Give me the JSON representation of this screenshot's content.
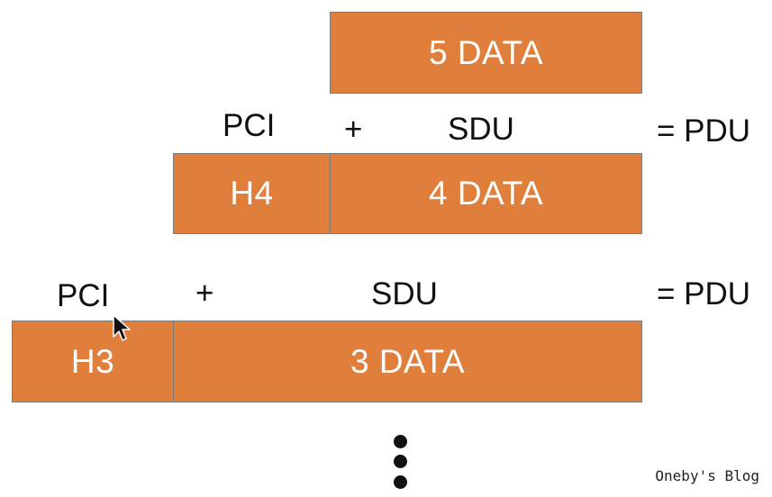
{
  "layer5": {
    "data": "5 DATA"
  },
  "layer4": {
    "pci": "PCI",
    "plus": "+",
    "sdu": "SDU",
    "pdu": "= PDU",
    "header": "H4",
    "data": "4 DATA"
  },
  "layer3": {
    "pci": "PCI",
    "plus": "+",
    "sdu": "SDU",
    "pdu": "= PDU",
    "header": "H3",
    "data": "3 DATA"
  },
  "continuation": {
    "icon": "vertical-ellipsis-icon"
  },
  "watermark": "Oneby's Blog",
  "colors": {
    "box_fill": "#E07E3C",
    "box_border": "#7a7a7a",
    "box_text": "#ffffff",
    "label_text": "#111111"
  }
}
